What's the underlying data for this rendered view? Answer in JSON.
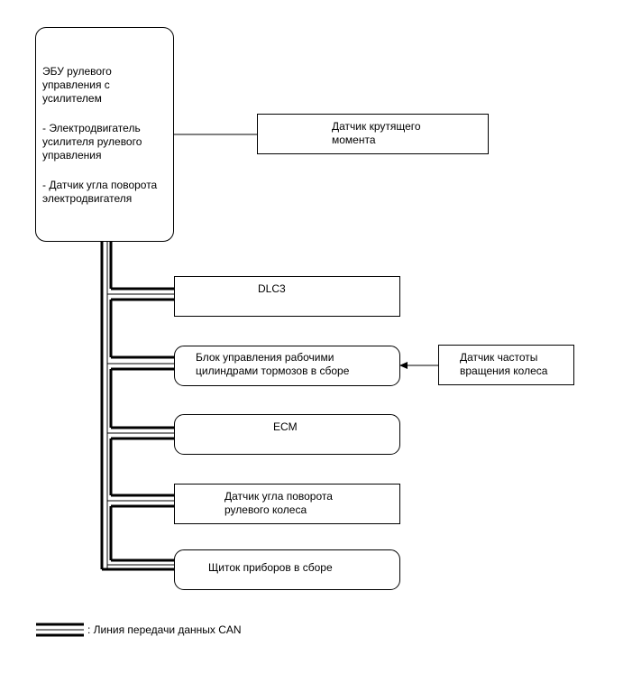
{
  "ecu": {
    "title": "ЭБУ рулевого\nуправления с\nусилителем",
    "item1": "- Электродвигатель\nусилителя рулевого\nуправления",
    "item2": "- Датчик угла поворота\nэлектродвигателя"
  },
  "torque_sensor": "Датчик крутящего\nмомента",
  "dlc3": "DLC3",
  "brake_actuator": "Блок управления рабочими\nцилиндрами тормозов в сборе",
  "wheel_speed_sensor": "Датчик частоты\nвращения колеса",
  "ecm": "ECM",
  "steering_angle_sensor": "Датчик угла поворота\nрулевого колеса",
  "combination_meter": "Щиток приборов в сборе",
  "legend": {
    "label": ": Линия передачи данных CAN"
  }
}
